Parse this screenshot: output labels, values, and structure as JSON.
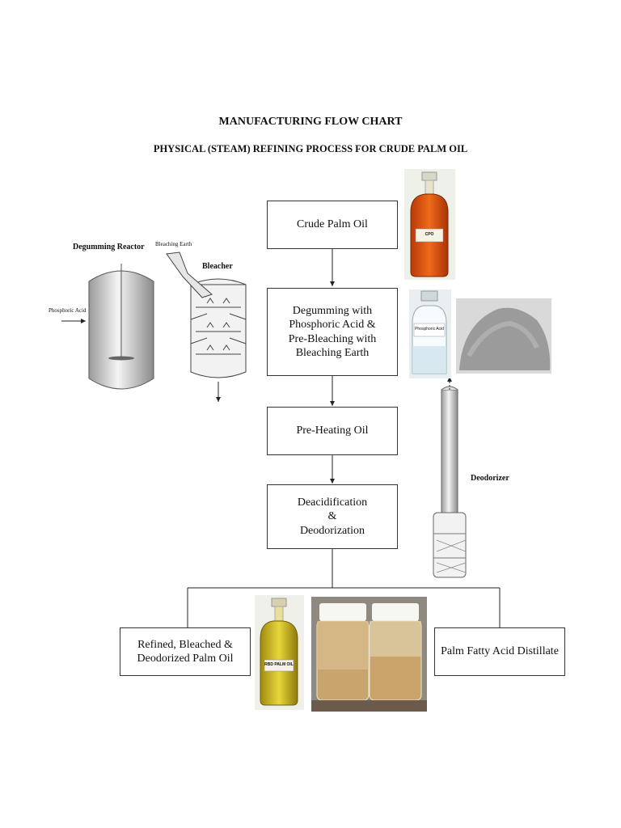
{
  "header": {
    "title": "MANUFACTURING FLOW CHART",
    "subtitle": "PHYSICAL (STEAM) REFINING PROCESS FOR CRUDE PALM OIL"
  },
  "steps": [
    {
      "lines": [
        "Crude Palm Oil"
      ]
    },
    {
      "lines": [
        "Degumming with",
        "Phosphoric Acid &",
        "Pre-Bleaching with",
        "Bleaching Earth"
      ]
    },
    {
      "lines": [
        "Pre-Heating Oil"
      ]
    },
    {
      "lines": [
        "Deacidification",
        "&",
        "Deodorization"
      ]
    }
  ],
  "outputs": {
    "left": {
      "lines": [
        "Refined, Bleached &",
        "Deodorized Palm Oil"
      ]
    },
    "right": {
      "lines": [
        "Palm Fatty Acid Distillate"
      ]
    }
  },
  "equipment": {
    "degumming_reactor": "Degumming Reactor",
    "bleaching_earth": "Bleaching Earth",
    "bleacher": "Bleacher",
    "phosphoric_acid": "Phosphoric Acid",
    "deodorizer": "Deodorizer"
  },
  "photo_labels": {
    "cpo_bottle": "CPO",
    "acid_bottle": "Phosphoric Acid",
    "rbd_bottle": "RBD PALM OIL"
  },
  "colors": {
    "cpo": "#d94a0c",
    "rbd": "#c9b21a",
    "earth": "#a8a8a8",
    "pfad": "#c9a56e"
  }
}
